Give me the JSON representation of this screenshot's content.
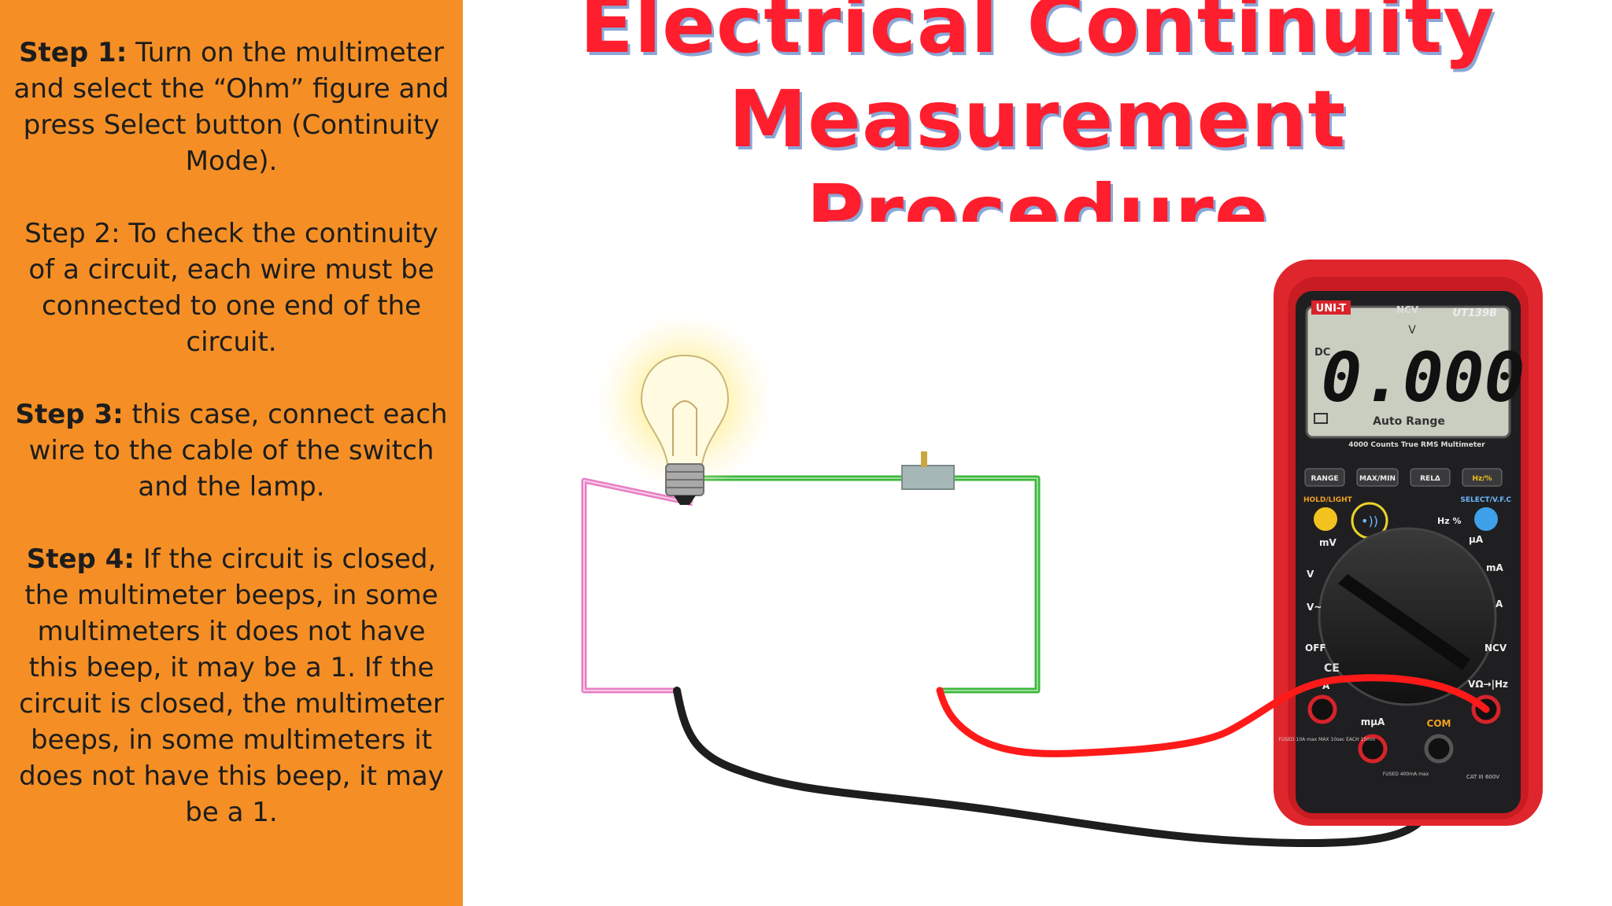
{
  "title": {
    "line1": "Electrical Continuity",
    "line2": "Measurement",
    "line3": "Procedure"
  },
  "steps": [
    {
      "label": "Step 1:",
      "text": "Turn on the multimeter and select the “Ohm” figure and press Select button (Continuity Mode)."
    },
    {
      "label": "Step 2:",
      "text": "To check the continuity of a circuit, each wire must be connected to one end of the circuit."
    },
    {
      "label": "Step 3:",
      "text": "this case, connect each wire to the cable of the switch and the lamp."
    },
    {
      "label": "Step 4:",
      "text": "If the circuit is closed, the multimeter beeps, in some multimeters it does not have this beep, it may be a 1. If the circuit is closed, the multimeter beeps, in some multimeters it does not have this beep, it may be a 1."
    }
  ],
  "multimeter": {
    "brand": "UNI-T",
    "model": "UT139B",
    "ncv": "NCV",
    "mode_dc": "DC",
    "unit_v": "V",
    "reading": "0.000",
    "auto_range": "Auto Range",
    "spec": "4000 Counts True RMS Multimeter",
    "buttons": [
      "RANGE",
      "MAX/MIN",
      "RELΔ",
      "Hz/%"
    ],
    "hold_light": "HOLD/LIGHT",
    "select_vfc": "SELECT/V.F.C",
    "dial_left": [
      "mV",
      "V",
      "V~",
      "OFF"
    ],
    "dial_right": [
      "Hz %",
      "µA",
      "mA",
      "A",
      "NCV"
    ],
    "jack_labels": [
      "A",
      "mµA",
      "COM",
      "VΩ→|Hz"
    ],
    "fused_a": "FUSED 10A max MAX 10sec EACH 15min",
    "fused_ma": "FUSED 400mA max",
    "cat": "CAT III 600V",
    "ce": "CE"
  },
  "colors": {
    "sidebar_bg": "#f58f25",
    "title_red": "#ff1e2d",
    "title_shadow": "#8aa6d6",
    "wire_pink": "#e87fc4",
    "wire_green": "#3cb83c",
    "probe_red": "#ff1a1a",
    "probe_black": "#1e1e1e",
    "meter_body": "#e0262d",
    "lcd": "#c9cec1"
  }
}
